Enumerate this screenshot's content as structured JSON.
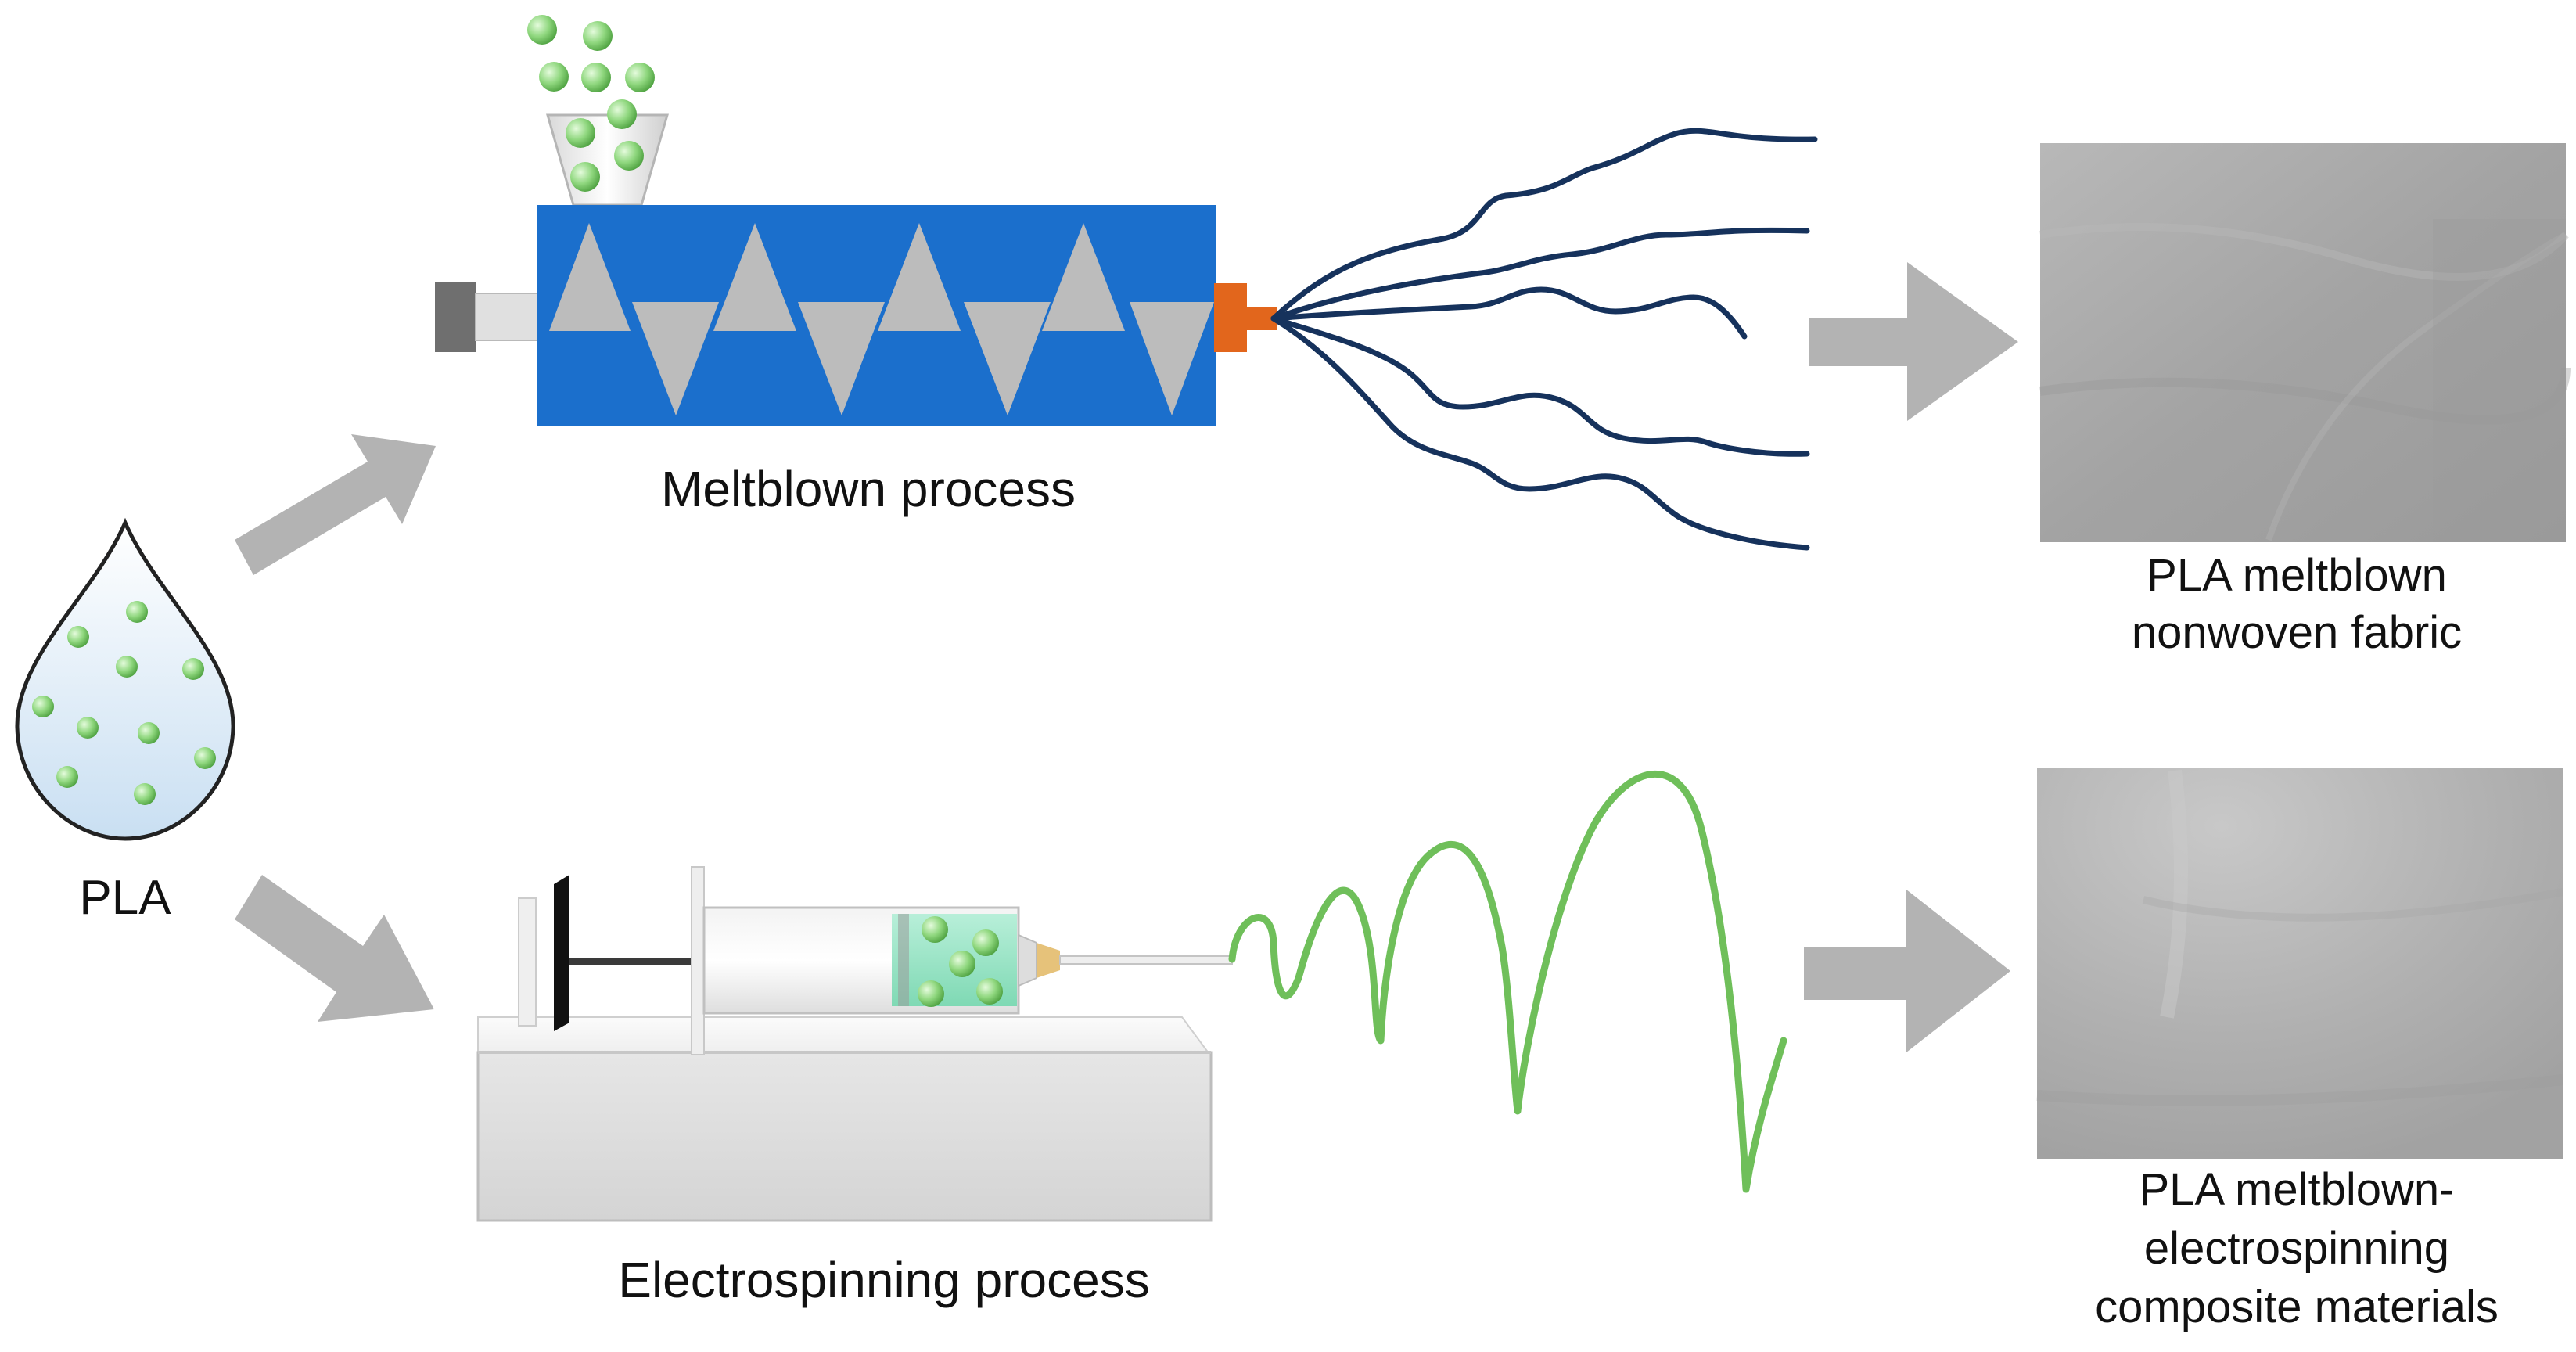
{
  "labels": {
    "pla": "PLA",
    "meltblown_process": "Meltblown process",
    "electrospinning_process": "Electrospinning process",
    "product_top": [
      "PLA meltblown",
      "nonwoven fabric"
    ],
    "product_bottom": [
      "PLA meltblown-",
      "electrospinning",
      "composite materials"
    ]
  },
  "colors": {
    "extruder_body": "#1b6fcc",
    "screw_flight": "#bcbcbc",
    "die_tip": "#e2661c",
    "meltblown_fiber": "#16325c",
    "electrospun_fiber": "#6fbf5a",
    "pellet": "#8fd77e",
    "arrow": "#b3b3b3",
    "fabric_top": "#a7a7a7",
    "fabric_bottom": "#b1b1b1"
  },
  "icons": {
    "droplet": "pla-droplet-icon",
    "hopper": "hopper-icon",
    "syringe": "syringe-icon",
    "pump": "syringe-pump-icon"
  }
}
